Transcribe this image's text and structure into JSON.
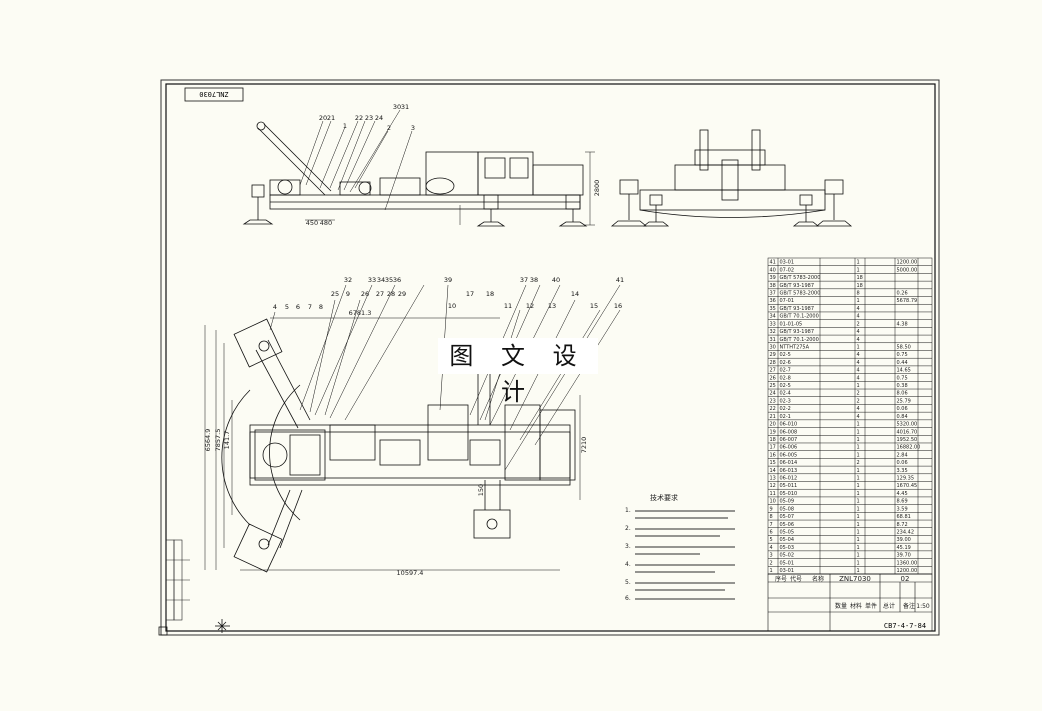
{
  "drawing": {
    "code_box": "ZNL7030",
    "watermark": "图 文 设 计",
    "bottom_code": "CB7-4-7-84"
  },
  "side_view": {
    "part_numbers": [
      "20",
      "21",
      "1",
      "22",
      "23",
      "24",
      "2",
      "3",
      "30",
      "31"
    ],
    "dims": {
      "height": "2800",
      "bottom": "450",
      "bottom2": "480"
    }
  },
  "plan_view": {
    "part_numbers_top": [
      "32",
      "33",
      "34",
      "35",
      "36",
      "37",
      "38",
      "39",
      "40",
      "41"
    ],
    "part_numbers_mid": [
      "4",
      "5",
      "6",
      "7",
      "8",
      "9",
      "25",
      "26",
      "27",
      "28",
      "29",
      "10",
      "17",
      "18",
      "11",
      "12",
      "13",
      "14",
      "15",
      "16"
    ],
    "dims": {
      "top": "6781.3",
      "left1": "6564.9",
      "left2": "7857.5",
      "left3": "141.7",
      "right": "7210",
      "bottom": "10597.4",
      "small": "150"
    }
  },
  "bom_rows": [
    [
      "41",
      "03-01",
      "",
      "1",
      "",
      "1200.00",
      ""
    ],
    [
      "40",
      "07-02",
      "",
      "1",
      "",
      "5000.00",
      ""
    ],
    [
      "39",
      "GB/T 5783-2000",
      "",
      "18",
      "",
      "",
      ""
    ],
    [
      "38",
      "GB/T 93-1987",
      "",
      "18",
      "",
      "",
      ""
    ],
    [
      "37",
      "GB/T 5783-2000",
      "",
      "8",
      "",
      "0.26",
      ""
    ],
    [
      "36",
      "07-01",
      "",
      "1",
      "",
      "5678.79",
      ""
    ],
    [
      "35",
      "GB/T 93-1987",
      "",
      "4",
      "",
      "",
      ""
    ],
    [
      "34",
      "GB/T 70.1-2000",
      "",
      "4",
      "",
      "",
      ""
    ],
    [
      "33",
      "01-01-05",
      "",
      "2",
      "",
      "4.38",
      ""
    ],
    [
      "32",
      "GB/T 93-1987",
      "",
      "4",
      "",
      "",
      ""
    ],
    [
      "31",
      "GB/T 70.1-2000",
      "",
      "4",
      "",
      "",
      ""
    ],
    [
      "30",
      "NTTHT275A",
      "",
      "1",
      "",
      "58.50",
      ""
    ],
    [
      "29",
      "02-5",
      "",
      "4",
      "",
      "0.75",
      ""
    ],
    [
      "28",
      "02-6",
      "",
      "4",
      "",
      "0.44",
      ""
    ],
    [
      "27",
      "02-7",
      "",
      "4",
      "",
      "14.65",
      ""
    ],
    [
      "26",
      "02-8",
      "",
      "4",
      "",
      "0.75",
      ""
    ],
    [
      "25",
      "02-5",
      "",
      "1",
      "",
      "0.38",
      ""
    ],
    [
      "24",
      "02-4",
      "",
      "2",
      "",
      "8.06",
      ""
    ],
    [
      "23",
      "02-3",
      "",
      "2",
      "",
      "25.79",
      ""
    ],
    [
      "22",
      "02-2",
      "",
      "4",
      "",
      "0.06",
      ""
    ],
    [
      "21",
      "02-1",
      "",
      "4",
      "",
      "0.84",
      ""
    ],
    [
      "20",
      "06-010",
      "",
      "1",
      "",
      "5320.00",
      ""
    ],
    [
      "19",
      "06-008",
      "",
      "1",
      "",
      "4016.70",
      ""
    ],
    [
      "18",
      "06-007",
      "",
      "1",
      "",
      "1952.50",
      ""
    ],
    [
      "17",
      "06-006",
      "",
      "1",
      "",
      "16882.00",
      ""
    ],
    [
      "16",
      "06-005",
      "",
      "1",
      "",
      "2.84",
      ""
    ],
    [
      "15",
      "06-014",
      "",
      "2",
      "",
      "0.06",
      ""
    ],
    [
      "14",
      "06-013",
      "",
      "1",
      "",
      "3.35",
      ""
    ],
    [
      "13",
      "06-012",
      "",
      "1",
      "",
      "129.35",
      ""
    ],
    [
      "12",
      "05-011",
      "",
      "1",
      "",
      "1670.45",
      ""
    ],
    [
      "11",
      "05-010",
      "",
      "1",
      "",
      "4.45",
      ""
    ],
    [
      "10",
      "05-09",
      "",
      "1",
      "",
      "8.69",
      ""
    ],
    [
      "9",
      "05-08",
      "",
      "1",
      "",
      "3.59",
      ""
    ],
    [
      "8",
      "05-07",
      "",
      "1",
      "",
      "68.81",
      ""
    ],
    [
      "7",
      "05-06",
      "",
      "1",
      "",
      "8.72",
      ""
    ],
    [
      "6",
      "05-05",
      "",
      "1",
      "",
      "234.42",
      ""
    ],
    [
      "5",
      "05-04",
      "",
      "1",
      "",
      "39.00",
      ""
    ],
    [
      "4",
      "05-03",
      "",
      "1",
      "",
      "45.19",
      ""
    ],
    [
      "3",
      "05-02",
      "",
      "1",
      "",
      "39.70",
      ""
    ],
    [
      "2",
      "05-01",
      "",
      "1",
      "",
      "1360.00",
      ""
    ],
    [
      "1",
      "03-01",
      "",
      "1",
      "",
      "1200.00",
      ""
    ]
  ],
  "title_block": {
    "drawing_no": "ZNL7030",
    "sheet": "02",
    "scale": "1:50",
    "col_headers": [
      "序号",
      "代号",
      "名称",
      "数量",
      "材料",
      "单件",
      "总计",
      "备注"
    ]
  },
  "tech_notes": {
    "heading": "技术要求",
    "lines": [
      "1.",
      "2.",
      "3.",
      "4.",
      "5.",
      "6."
    ]
  }
}
